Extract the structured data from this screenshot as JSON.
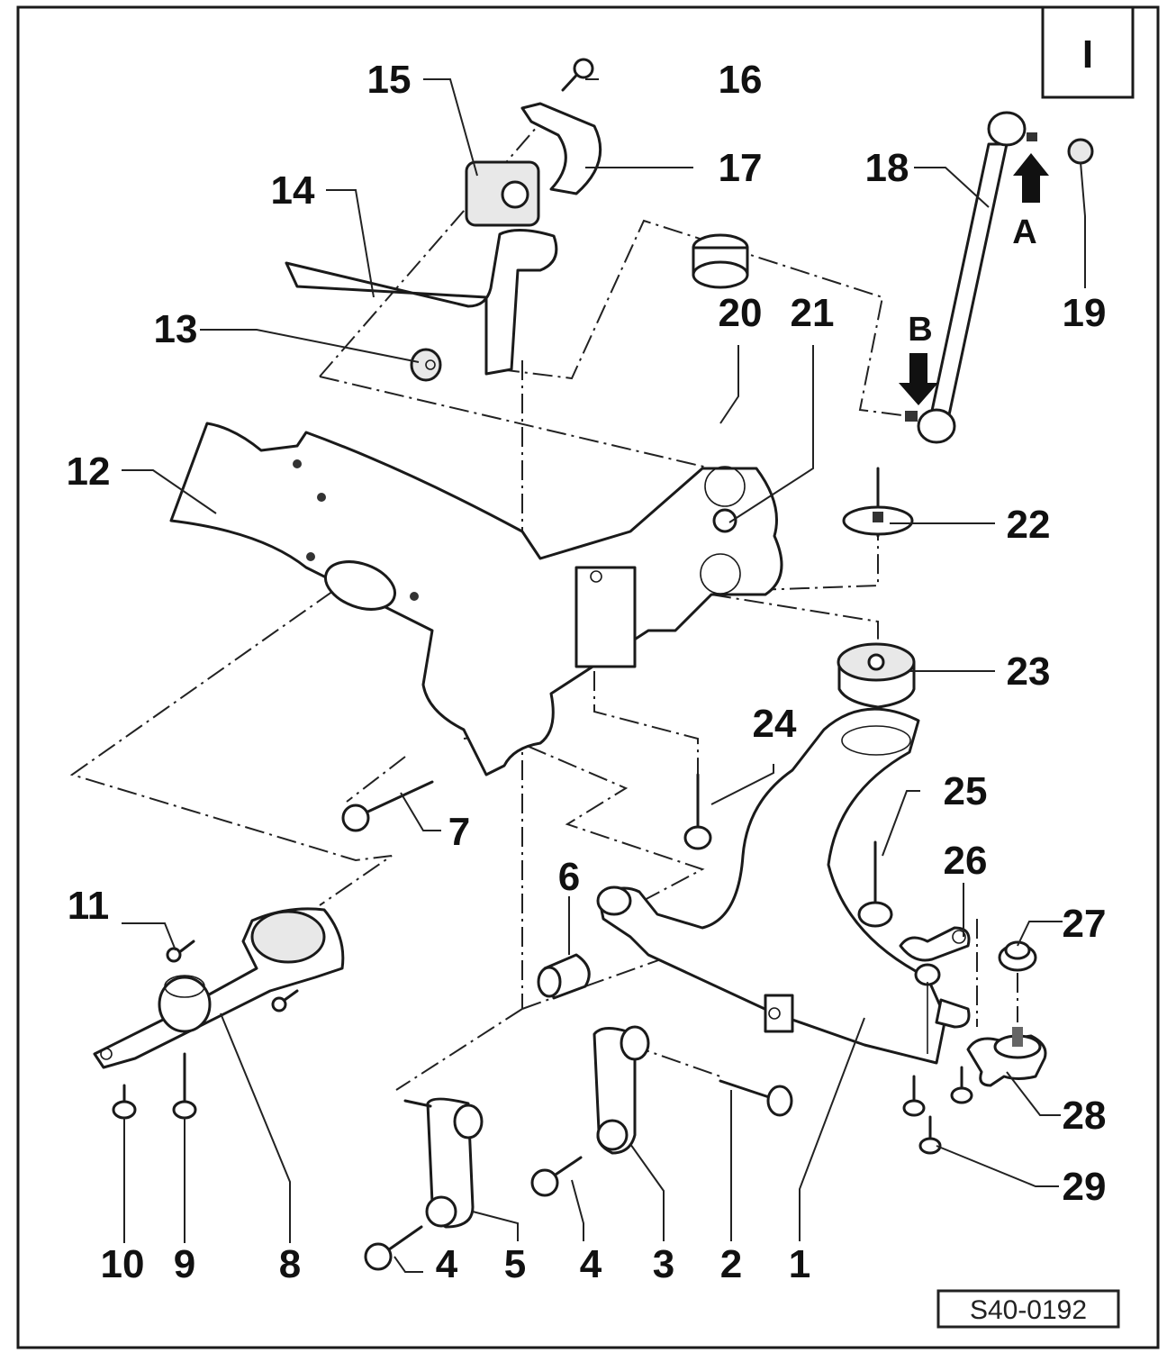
{
  "diagram": {
    "title": "Front suspension subframe and wishbone — exploded view",
    "section_marker": "I",
    "figure_code": "S40-0192",
    "arrows": [
      {
        "id": "A",
        "label": "A",
        "direction": "up"
      },
      {
        "id": "B",
        "label": "B",
        "direction": "down"
      }
    ],
    "callouts": [
      {
        "number": "1",
        "part": "wishbone"
      },
      {
        "number": "2",
        "part": "bolt"
      },
      {
        "number": "3",
        "part": "pendulum support link"
      },
      {
        "number": "4",
        "part": "bolt"
      },
      {
        "number": "4",
        "part": "bolt"
      },
      {
        "number": "5",
        "part": "pendulum support link"
      },
      {
        "number": "6",
        "part": "front bushing"
      },
      {
        "number": "7",
        "part": "bolt"
      },
      {
        "number": "8",
        "part": "pendulum support"
      },
      {
        "number": "9",
        "part": "bolt"
      },
      {
        "number": "10",
        "part": "bolt"
      },
      {
        "number": "11",
        "part": "bolt"
      },
      {
        "number": "12",
        "part": "subframe"
      },
      {
        "number": "13",
        "part": "nut"
      },
      {
        "number": "14",
        "part": "anti-roll bar"
      },
      {
        "number": "15",
        "part": "rubber bush"
      },
      {
        "number": "16",
        "part": "bolt"
      },
      {
        "number": "17",
        "part": "clamp"
      },
      {
        "number": "18",
        "part": "coupling rod"
      },
      {
        "number": "19",
        "part": "nut"
      },
      {
        "number": "20",
        "part": "rubber mount"
      },
      {
        "number": "21",
        "part": "nut"
      },
      {
        "number": "22",
        "part": "bolt with washer"
      },
      {
        "number": "23",
        "part": "rear bushing"
      },
      {
        "number": "24",
        "part": "bolt"
      },
      {
        "number": "25",
        "part": "bolt"
      },
      {
        "number": "26",
        "part": "bracket"
      },
      {
        "number": "27",
        "part": "nut"
      },
      {
        "number": "28",
        "part": "ball joint"
      },
      {
        "number": "29",
        "part": "bolt"
      }
    ]
  }
}
